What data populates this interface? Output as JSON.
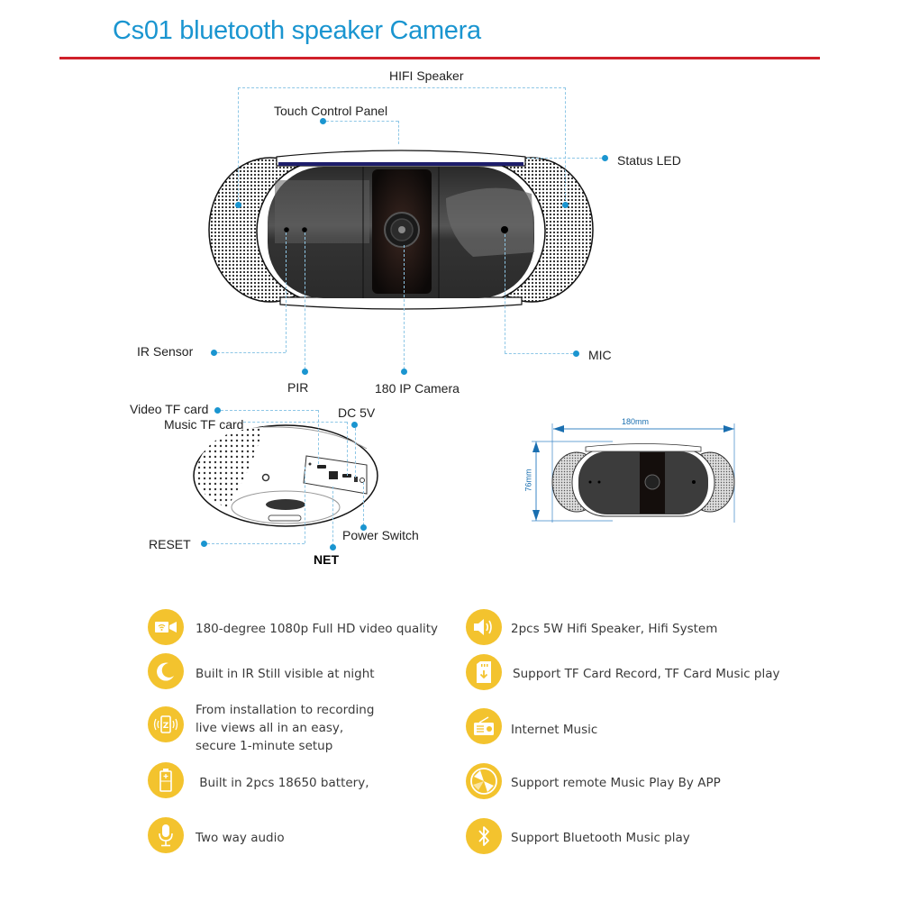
{
  "header": {
    "title": "Cs01 bluetooth speaker Camera"
  },
  "front_diagram": {
    "callouts": {
      "hifi_speaker": "HIFI Speaker",
      "touch_control_panel": "Touch Control Panel",
      "status_led": "Status LED",
      "ir_sensor": "IR Sensor",
      "pir": "PIR",
      "ip_camera": "180 IP Camera",
      "mic": "MIC"
    }
  },
  "back_diagram": {
    "callouts": {
      "video_tf_card": "Video TF card",
      "music_tf_card": "Music TF card",
      "dc_5v": "DC 5V",
      "reset": "RESET",
      "net": "NET",
      "power_switch": "Power Switch"
    }
  },
  "dimensions": {
    "width": "180mm",
    "height": "76mm"
  },
  "features": {
    "left": [
      {
        "icon": "video-camera-wifi-icon",
        "lines": [
          "180-degree 1080p Full HD video quality"
        ]
      },
      {
        "icon": "moon-icon",
        "lines": [
          "Built in IR Still visible at night"
        ]
      },
      {
        "icon": "phone-vibrate-icon",
        "lines": [
          "From installation to recording",
          "live views all in an easy,",
          "secure 1-minute setup"
        ]
      },
      {
        "icon": "battery-icon",
        "lines": [
          " Built in 2pcs 18650 battery,"
        ]
      },
      {
        "icon": "microphone-icon",
        "lines": [
          "Two way audio"
        ]
      }
    ],
    "right": [
      {
        "icon": "speaker-icon",
        "lines": [
          "2pcs 5W Hifi Speaker, Hifi System"
        ]
      },
      {
        "icon": "sd-card-icon",
        "lines": [
          "Support TF Card Record, TF Card Music play"
        ]
      },
      {
        "icon": "radio-icon",
        "lines": [
          "Internet Music"
        ]
      },
      {
        "icon": "disc-icon",
        "lines": [
          "Support remote Music Play By APP"
        ]
      },
      {
        "icon": "bluetooth-icon",
        "lines": [
          "Support Bluetooth Music play"
        ]
      }
    ]
  },
  "colors": {
    "title_blue": "#1a95d0",
    "rule_red": "#d0202a",
    "icon_yellow": "#f3c32e",
    "callout_blue": "#1a95d0"
  }
}
